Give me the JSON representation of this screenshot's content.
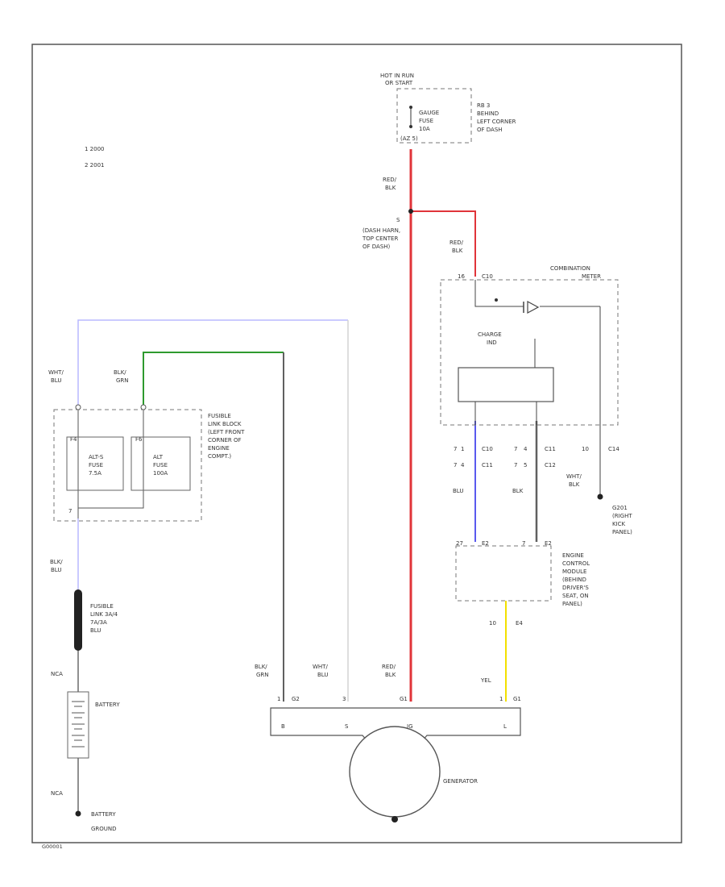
{
  "legend": [
    "1  2000",
    "2  2001"
  ],
  "colors": {
    "border": "#555555",
    "wire_red": "#e0343a",
    "wire_blue": "#5a5aee",
    "wire_light_blue": "#b8b8ff",
    "wire_green": "#2e9a2e",
    "wire_yellow": "#f2e000",
    "wire_white": "#d4d4d4",
    "wire_gray": "#606060",
    "wire_black": "#222222"
  },
  "hot_fuse": {
    "header": [
      "HOT IN RUN",
      "OR START"
    ],
    "fuse_label": [
      "GAUGE",
      "FUSE",
      "10A"
    ],
    "fuse_sub": "(AZ 5)",
    "location": [
      "RB 3",
      "BEHIND",
      "LEFT CORNER",
      "OF DASH"
    ]
  },
  "splice": {
    "wire_top": [
      "RED/",
      "BLK"
    ],
    "id": "S",
    "location": [
      "(DASH HARN,",
      "TOP CENTER",
      "OF DASH)"
    ],
    "wire_right": [
      "RED/",
      "BLK"
    ]
  },
  "combination_meter": {
    "title": [
      "COMBINATION",
      "METER"
    ],
    "top_pin": "16",
    "top_conn": "C10",
    "indicator_label": [
      "CHARGE",
      "IND"
    ],
    "pin_rows": [
      [
        "7",
        "1",
        "C10",
        "7",
        "4",
        "C11",
        "10",
        "C14"
      ],
      [
        "7",
        "4",
        "C11",
        "7",
        "5",
        "C12",
        "",
        ""
      ]
    ]
  },
  "ground": {
    "wire": [
      "WHT/",
      "BLK"
    ],
    "label": [
      "G201",
      "(RIGHT",
      "KICK",
      "PANEL)"
    ]
  },
  "ecm": {
    "wires": [
      "BLU",
      "BLK"
    ],
    "pin_labels": [
      "27",
      "E2",
      "7",
      "E2"
    ],
    "label": [
      "ENGINE",
      "CONTROL",
      "MODULE",
      "(BEHIND",
      "DRIVER'S",
      "SEAT, ON",
      "PANEL)"
    ],
    "bottom_pin": "10",
    "bottom_conn": "E4",
    "yellow_wire": "YEL"
  },
  "fusible_block": {
    "wire_left": [
      "WHT/",
      "BLU"
    ],
    "wire_right": [
      "BLK/",
      "GRN"
    ],
    "label": [
      "FUSIBLE",
      "LINK BLOCK",
      "(LEFT FRONT",
      "CORNER OF",
      "ENGINE",
      "COMPT.)"
    ],
    "fuse_left": [
      "ALT-S",
      "FUSE",
      "7.5A"
    ],
    "fuse_right": [
      "ALT",
      "FUSE",
      "100A"
    ],
    "pin_top_left": "F4",
    "pin_top_right": "F6",
    "pin_bottom": "7"
  },
  "fusible_link": {
    "wire": [
      "BLK/",
      "BLU"
    ],
    "label": [
      "FUSIBLE",
      "LINK 3A/4",
      "7A/3A",
      "BLU"
    ]
  },
  "battery": {
    "wire_top": "NCA",
    "label": "BATTERY",
    "wire_bottom": "NCA",
    "ground_label": [
      "BATTERY",
      "GROUND"
    ]
  },
  "generator": {
    "wires": [
      [
        "BLK/",
        "GRN"
      ],
      [
        "WHT/",
        "BLU"
      ],
      [
        "RED/",
        "BLK"
      ],
      [
        "YEL"
      ]
    ],
    "top_pins": [
      "1",
      "G2",
      "3",
      "G1",
      "1",
      "G1"
    ],
    "terminals": [
      "B",
      "S",
      "IG",
      "L"
    ],
    "label": "GENERATOR"
  },
  "diagram_id": "G00001"
}
